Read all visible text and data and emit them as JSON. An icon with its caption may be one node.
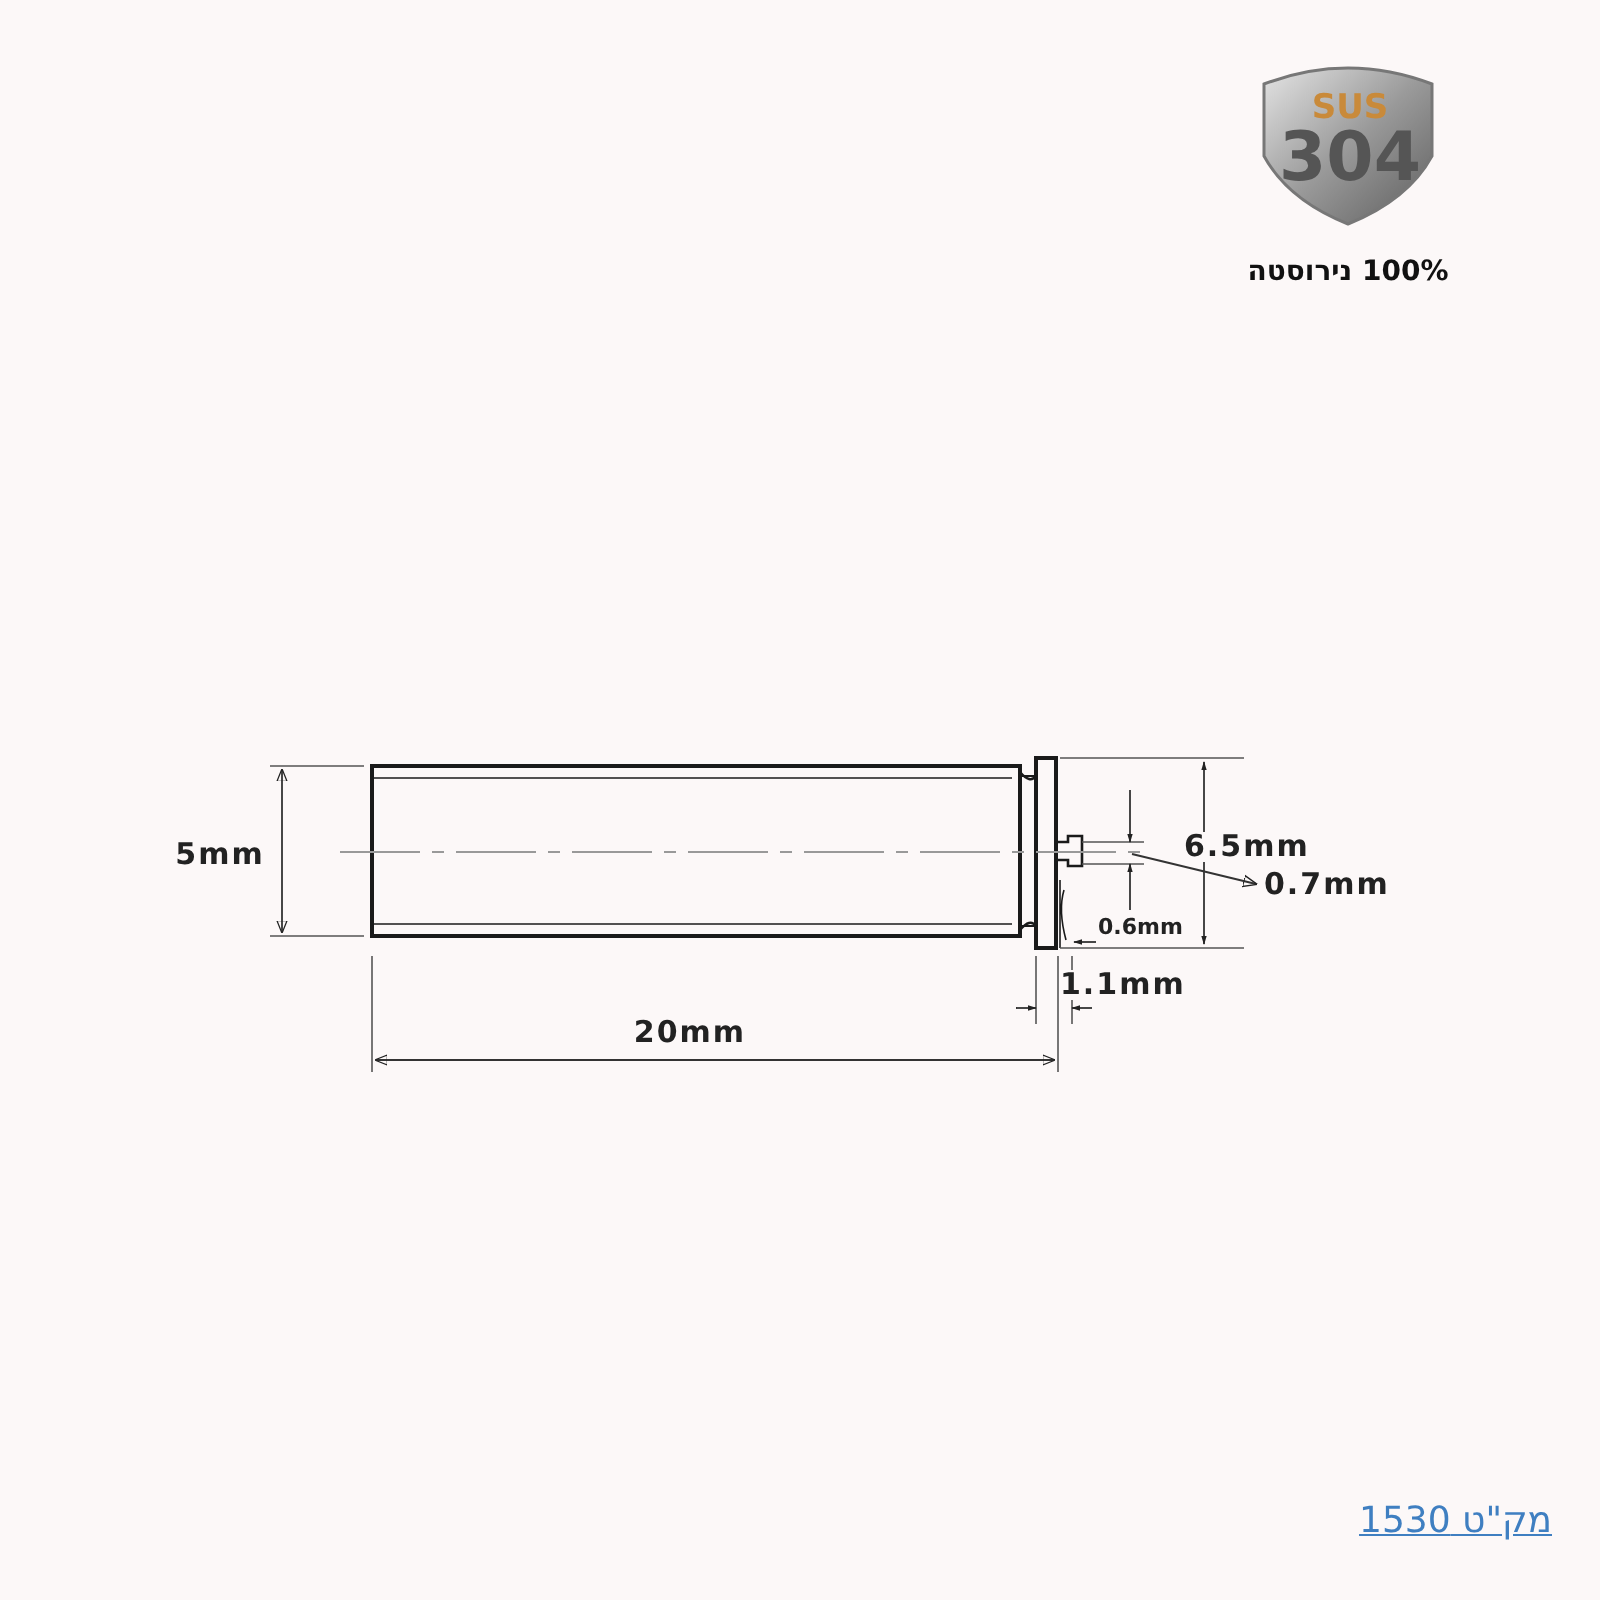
{
  "diagram": {
    "labels": [
      "SUS",
      "304",
      "100% נירוסטה",
      "5mm",
      "20mm",
      "6.5mm",
      "0.7mm",
      "0.6mm",
      "1.1mm",
      "מק\"ט 1530"
    ]
  }
}
